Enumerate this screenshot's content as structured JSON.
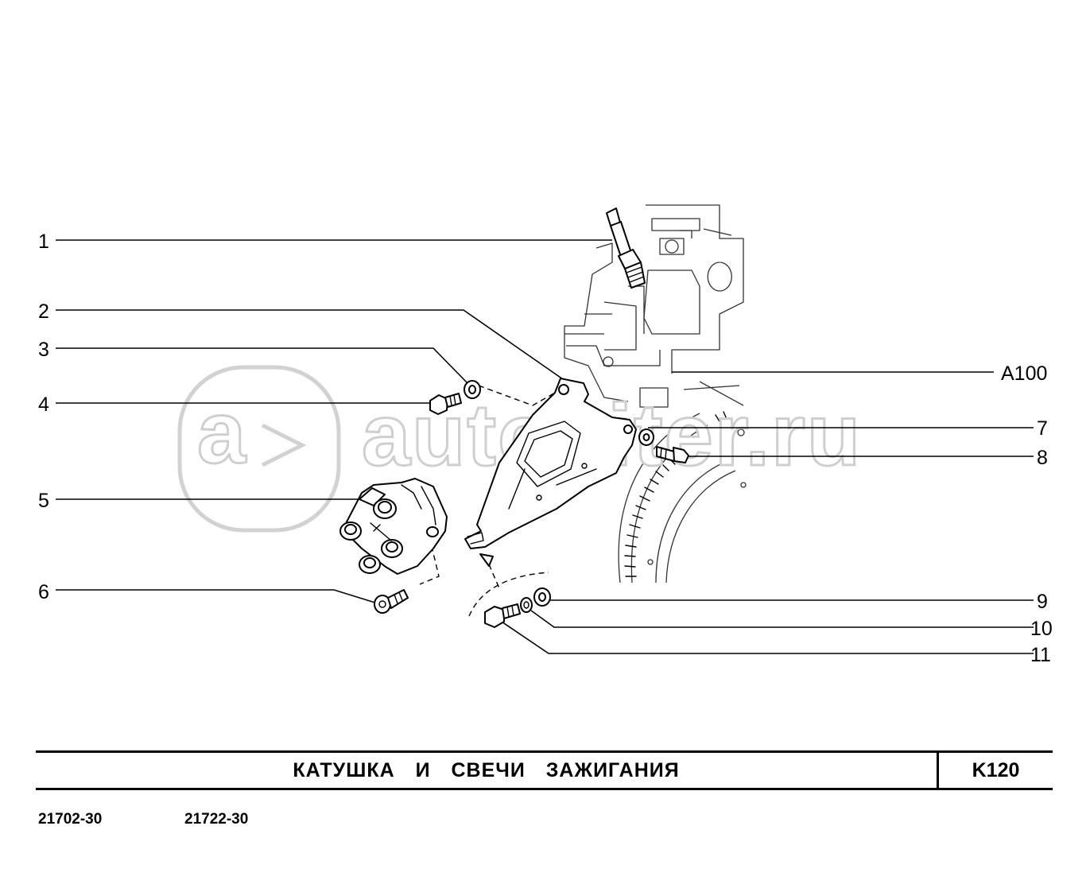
{
  "watermark": {
    "text": "autopiter.ru"
  },
  "callouts": {
    "c1": "1",
    "c2": "2",
    "c3": "3",
    "c4": "4",
    "c5": "5",
    "c6": "6",
    "c7": "7",
    "c8": "8",
    "c9": "9",
    "c10": "10",
    "c11": "11",
    "ref": "A100"
  },
  "footer": {
    "title": "КАТУШКА И СВЕЧИ ЗАЖИГАНИЯ",
    "code": "K120"
  },
  "models": [
    "21702-30",
    "21722-30"
  ]
}
